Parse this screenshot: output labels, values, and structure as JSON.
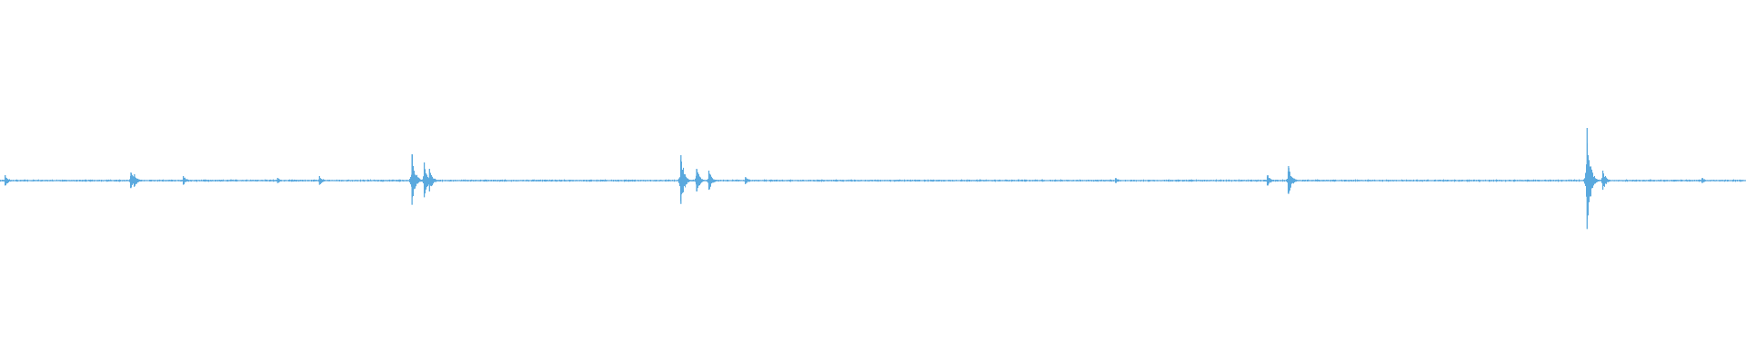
{
  "waveform": {
    "color": "#5aa9de",
    "background": "#ffffff",
    "baseline_amplitude": 0.012,
    "amplitude_range": [
      -1,
      1
    ],
    "events": [
      {
        "t": 0.003,
        "amp": 0.06
      },
      {
        "t": 0.075,
        "amp": 0.09
      },
      {
        "t": 0.077,
        "amp": 0.07
      },
      {
        "t": 0.105,
        "amp": 0.05
      },
      {
        "t": 0.159,
        "amp": 0.03
      },
      {
        "t": 0.183,
        "amp": 0.05
      },
      {
        "t": 0.236,
        "amp": 0.29
      },
      {
        "t": 0.243,
        "amp": 0.2
      },
      {
        "t": 0.246,
        "amp": 0.13
      },
      {
        "t": 0.39,
        "amp": 0.28
      },
      {
        "t": 0.399,
        "amp": 0.13
      },
      {
        "t": 0.406,
        "amp": 0.11
      },
      {
        "t": 0.427,
        "amp": 0.04
      },
      {
        "t": 0.639,
        "amp": 0.03
      },
      {
        "t": 0.726,
        "amp": 0.06
      },
      {
        "t": 0.738,
        "amp": 0.16
      },
      {
        "t": 0.909,
        "amp": 0.58
      },
      {
        "t": 0.918,
        "amp": 0.11
      },
      {
        "t": 0.975,
        "amp": 0.03
      }
    ]
  }
}
